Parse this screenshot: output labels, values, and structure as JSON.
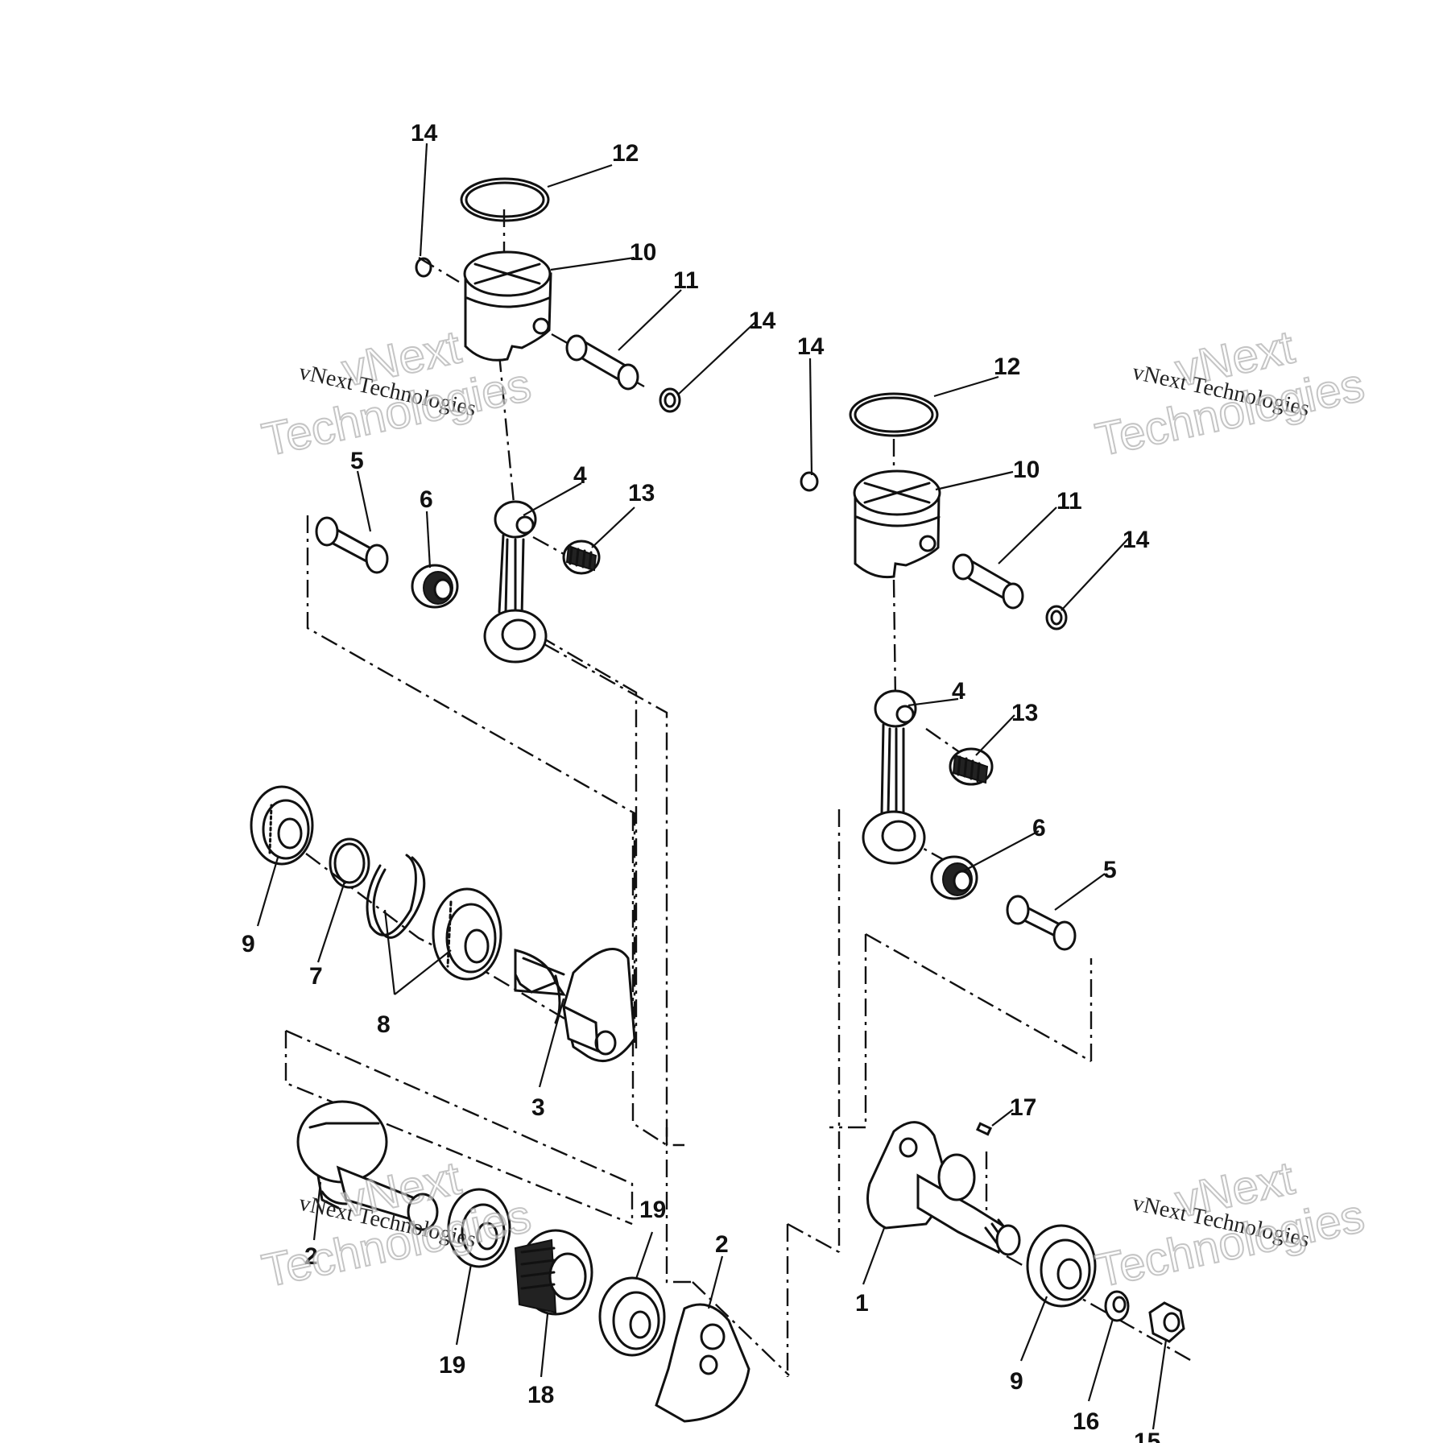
{
  "watermark": {
    "caption": "vNext Technologies",
    "logo_top": "vNext",
    "logo_bottom": "Technologies"
  },
  "callouts": {
    "n1": "1",
    "n2": "2",
    "n3": "3",
    "n4": "4",
    "n5": "5",
    "n6": "6",
    "n7": "7",
    "n8": "8",
    "n9": "9",
    "n10": "10",
    "n11": "11",
    "n12": "12",
    "n13": "13",
    "n14": "14",
    "n15": "15",
    "n16": "16",
    "n17": "17",
    "n18": "18",
    "n19": "19"
  }
}
